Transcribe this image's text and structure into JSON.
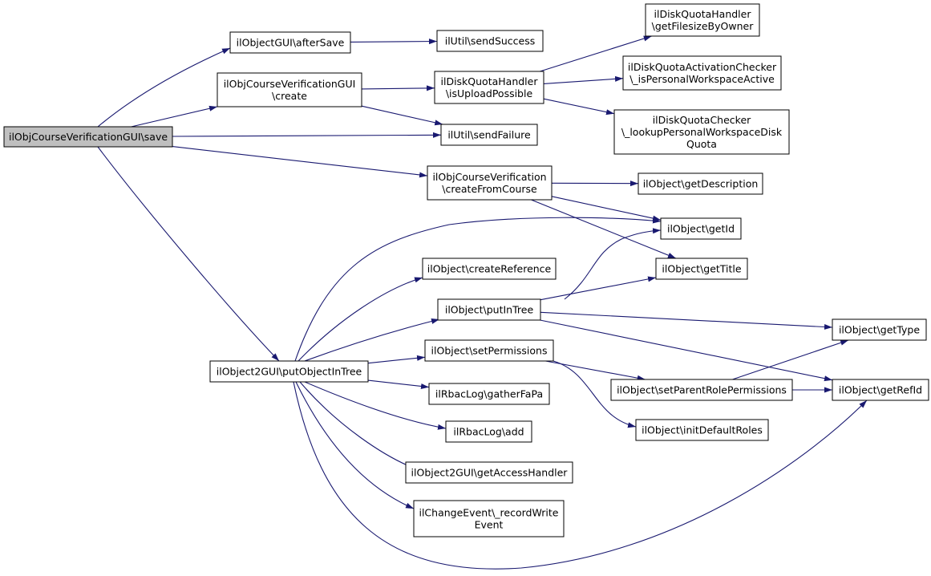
{
  "colors": {
    "edge": "#191970",
    "root_fill": "#bfbfbf",
    "node_fill": "#ffffff",
    "node_border": "#000000"
  },
  "nodes": {
    "save": {
      "lines": [
        "ilObjCourseVerificationGUI\\save"
      ]
    },
    "afterSave": {
      "lines": [
        "ilObjectGUI\\afterSave"
      ]
    },
    "create": {
      "lines": [
        "ilObjCourseVerificationGUI",
        "\\create"
      ]
    },
    "putObjectInTree": {
      "lines": [
        "ilObject2GUI\\putObjectInTree"
      ]
    },
    "sendSuccess": {
      "lines": [
        "ilUtil\\sendSuccess"
      ]
    },
    "isUploadPossible": {
      "lines": [
        "ilDiskQuotaHandler",
        "\\isUploadPossible"
      ]
    },
    "sendFailure": {
      "lines": [
        "ilUtil\\sendFailure"
      ]
    },
    "createFromCourse": {
      "lines": [
        "ilObjCourseVerification",
        "\\createFromCourse"
      ]
    },
    "getFilesizeByOwner": {
      "lines": [
        "ilDiskQuotaHandler",
        "\\getFilesizeByOwner"
      ]
    },
    "isPersonalWorkspaceActive": {
      "lines": [
        "ilDiskQuotaActivationChecker",
        "\\_isPersonalWorkspaceActive"
      ]
    },
    "lookupPersonalWorkspaceDiskQuota": {
      "lines": [
        "ilDiskQuotaChecker",
        "\\_lookupPersonalWorkspaceDisk",
        "Quota"
      ]
    },
    "getDescription": {
      "lines": [
        "ilObject\\getDescription"
      ]
    },
    "getId": {
      "lines": [
        "ilObject\\getId"
      ]
    },
    "getTitle": {
      "lines": [
        "ilObject\\getTitle"
      ]
    },
    "createReference": {
      "lines": [
        "ilObject\\createReference"
      ]
    },
    "putInTree": {
      "lines": [
        "ilObject\\putInTree"
      ]
    },
    "setPermissions": {
      "lines": [
        "ilObject\\setPermissions"
      ]
    },
    "gatherFaPa": {
      "lines": [
        "ilRbacLog\\gatherFaPa"
      ]
    },
    "rbacAdd": {
      "lines": [
        "ilRbacLog\\add"
      ]
    },
    "getAccessHandler": {
      "lines": [
        "ilObject2GUI\\getAccessHandler"
      ]
    },
    "recordWriteEvent": {
      "lines": [
        "ilChangeEvent\\_recordWrite",
        "Event"
      ]
    },
    "getType": {
      "lines": [
        "ilObject\\getType"
      ]
    },
    "setParentRolePermissions": {
      "lines": [
        "ilObject\\setParentRolePermissions"
      ]
    },
    "getRefId": {
      "lines": [
        "ilObject\\getRefId"
      ]
    },
    "initDefaultRoles": {
      "lines": [
        "ilObject\\initDefaultRoles"
      ]
    }
  },
  "edges": [
    [
      "save",
      "afterSave"
    ],
    [
      "save",
      "create"
    ],
    [
      "save",
      "sendFailure"
    ],
    [
      "save",
      "createFromCourse"
    ],
    [
      "save",
      "putObjectInTree"
    ],
    [
      "afterSave",
      "sendSuccess"
    ],
    [
      "create",
      "isUploadPossible"
    ],
    [
      "create",
      "sendFailure"
    ],
    [
      "isUploadPossible",
      "getFilesizeByOwner"
    ],
    [
      "isUploadPossible",
      "isPersonalWorkspaceActive"
    ],
    [
      "isUploadPossible",
      "lookupPersonalWorkspaceDiskQuota"
    ],
    [
      "createFromCourse",
      "getDescription"
    ],
    [
      "createFromCourse",
      "getId"
    ],
    [
      "createFromCourse",
      "getTitle"
    ],
    [
      "putObjectInTree",
      "getId"
    ],
    [
      "putObjectInTree",
      "createReference"
    ],
    [
      "putObjectInTree",
      "putInTree"
    ],
    [
      "putObjectInTree",
      "setPermissions"
    ],
    [
      "putObjectInTree",
      "gatherFaPa"
    ],
    [
      "putObjectInTree",
      "rbacAdd"
    ],
    [
      "putObjectInTree",
      "getAccessHandler"
    ],
    [
      "putObjectInTree",
      "recordWriteEvent"
    ],
    [
      "putObjectInTree",
      "getRefId"
    ],
    [
      "putInTree",
      "getId"
    ],
    [
      "putInTree",
      "getTitle"
    ],
    [
      "putInTree",
      "getType"
    ],
    [
      "putInTree",
      "getRefId"
    ],
    [
      "setPermissions",
      "setParentRolePermissions"
    ],
    [
      "setPermissions",
      "initDefaultRoles"
    ],
    [
      "setParentRolePermissions",
      "getType"
    ],
    [
      "setParentRolePermissions",
      "getRefId"
    ]
  ]
}
